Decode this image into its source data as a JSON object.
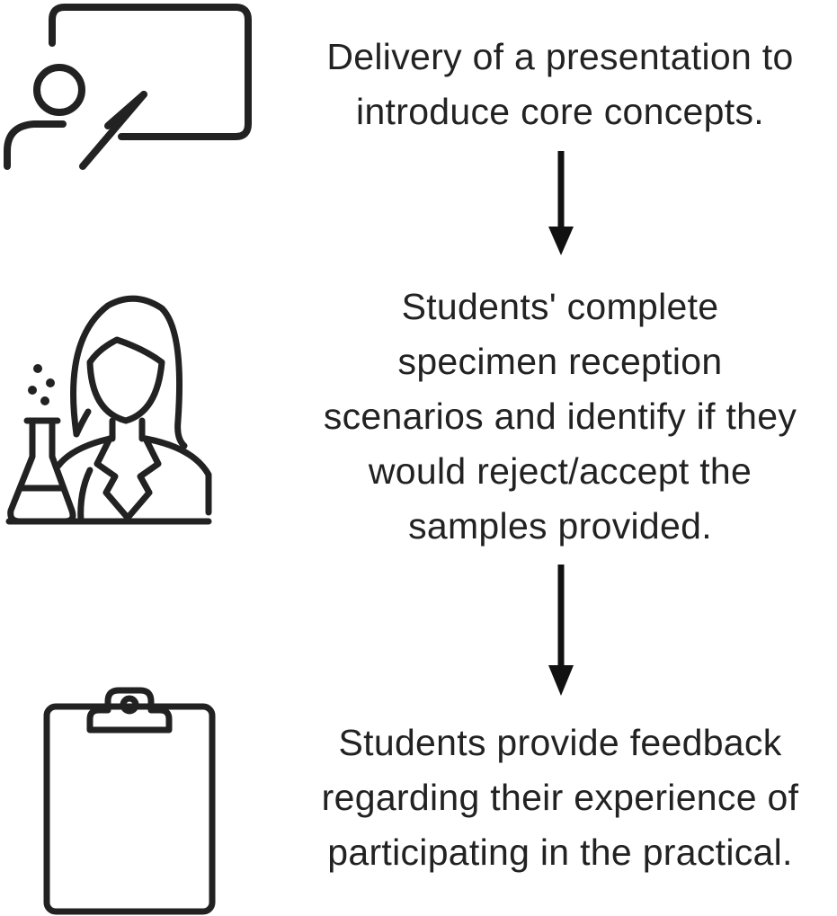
{
  "steps": [
    {
      "id": "presentation",
      "icon": "presenter-icon",
      "lines": [
        "Delivery of a presentation to",
        "introduce core concepts."
      ]
    },
    {
      "id": "scenarios",
      "icon": "scientist-icon",
      "lines": [
        "Students' complete",
        "specimen reception",
        "scenarios and identify if they",
        "would reject/accept the",
        "samples provided."
      ]
    },
    {
      "id": "feedback",
      "icon": "clipboard-icon",
      "lines": [
        "Students provide feedback",
        "regarding their experience of",
        "participating in the practical."
      ]
    }
  ],
  "colors": {
    "stroke": "#222222",
    "background": "#ffffff"
  }
}
